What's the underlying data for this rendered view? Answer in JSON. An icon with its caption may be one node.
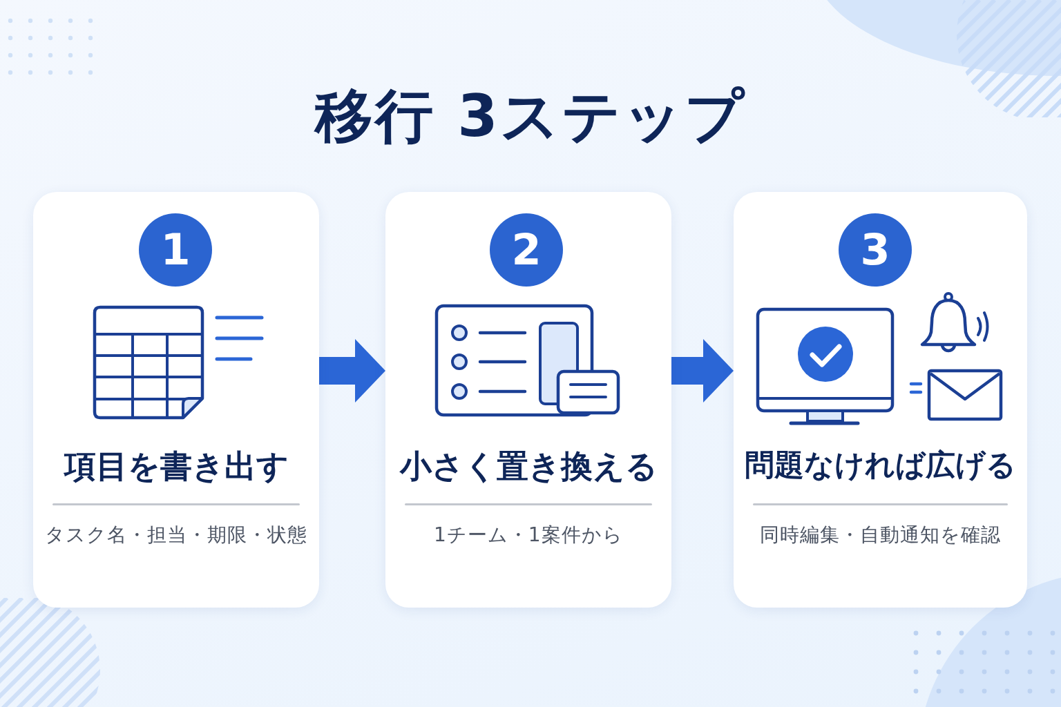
{
  "diagram": {
    "title": "移行 3ステップ",
    "nodes": [
      {
        "text": [
          "項目を書き出す",
          "タスク名・担当・期限・状態"
        ]
      },
      {
        "text": [
          "1"
        ],
        "in": 0
      },
      {
        "text": [
          "小さく置き換える",
          "1チーム・1案件から"
        ]
      },
      {
        "text": [
          "2"
        ],
        "in": 2
      },
      {
        "text": [
          "問題なければ広げる",
          "同時編集・自動通知を確認"
        ]
      },
      {
        "text": [
          "3"
        ],
        "in": 4
      }
    ],
    "edges": [
      {
        "from": 0,
        "to": 2,
        "arrow": "to"
      },
      {
        "from": 2,
        "to": 4,
        "arrow": "to"
      }
    ]
  }
}
